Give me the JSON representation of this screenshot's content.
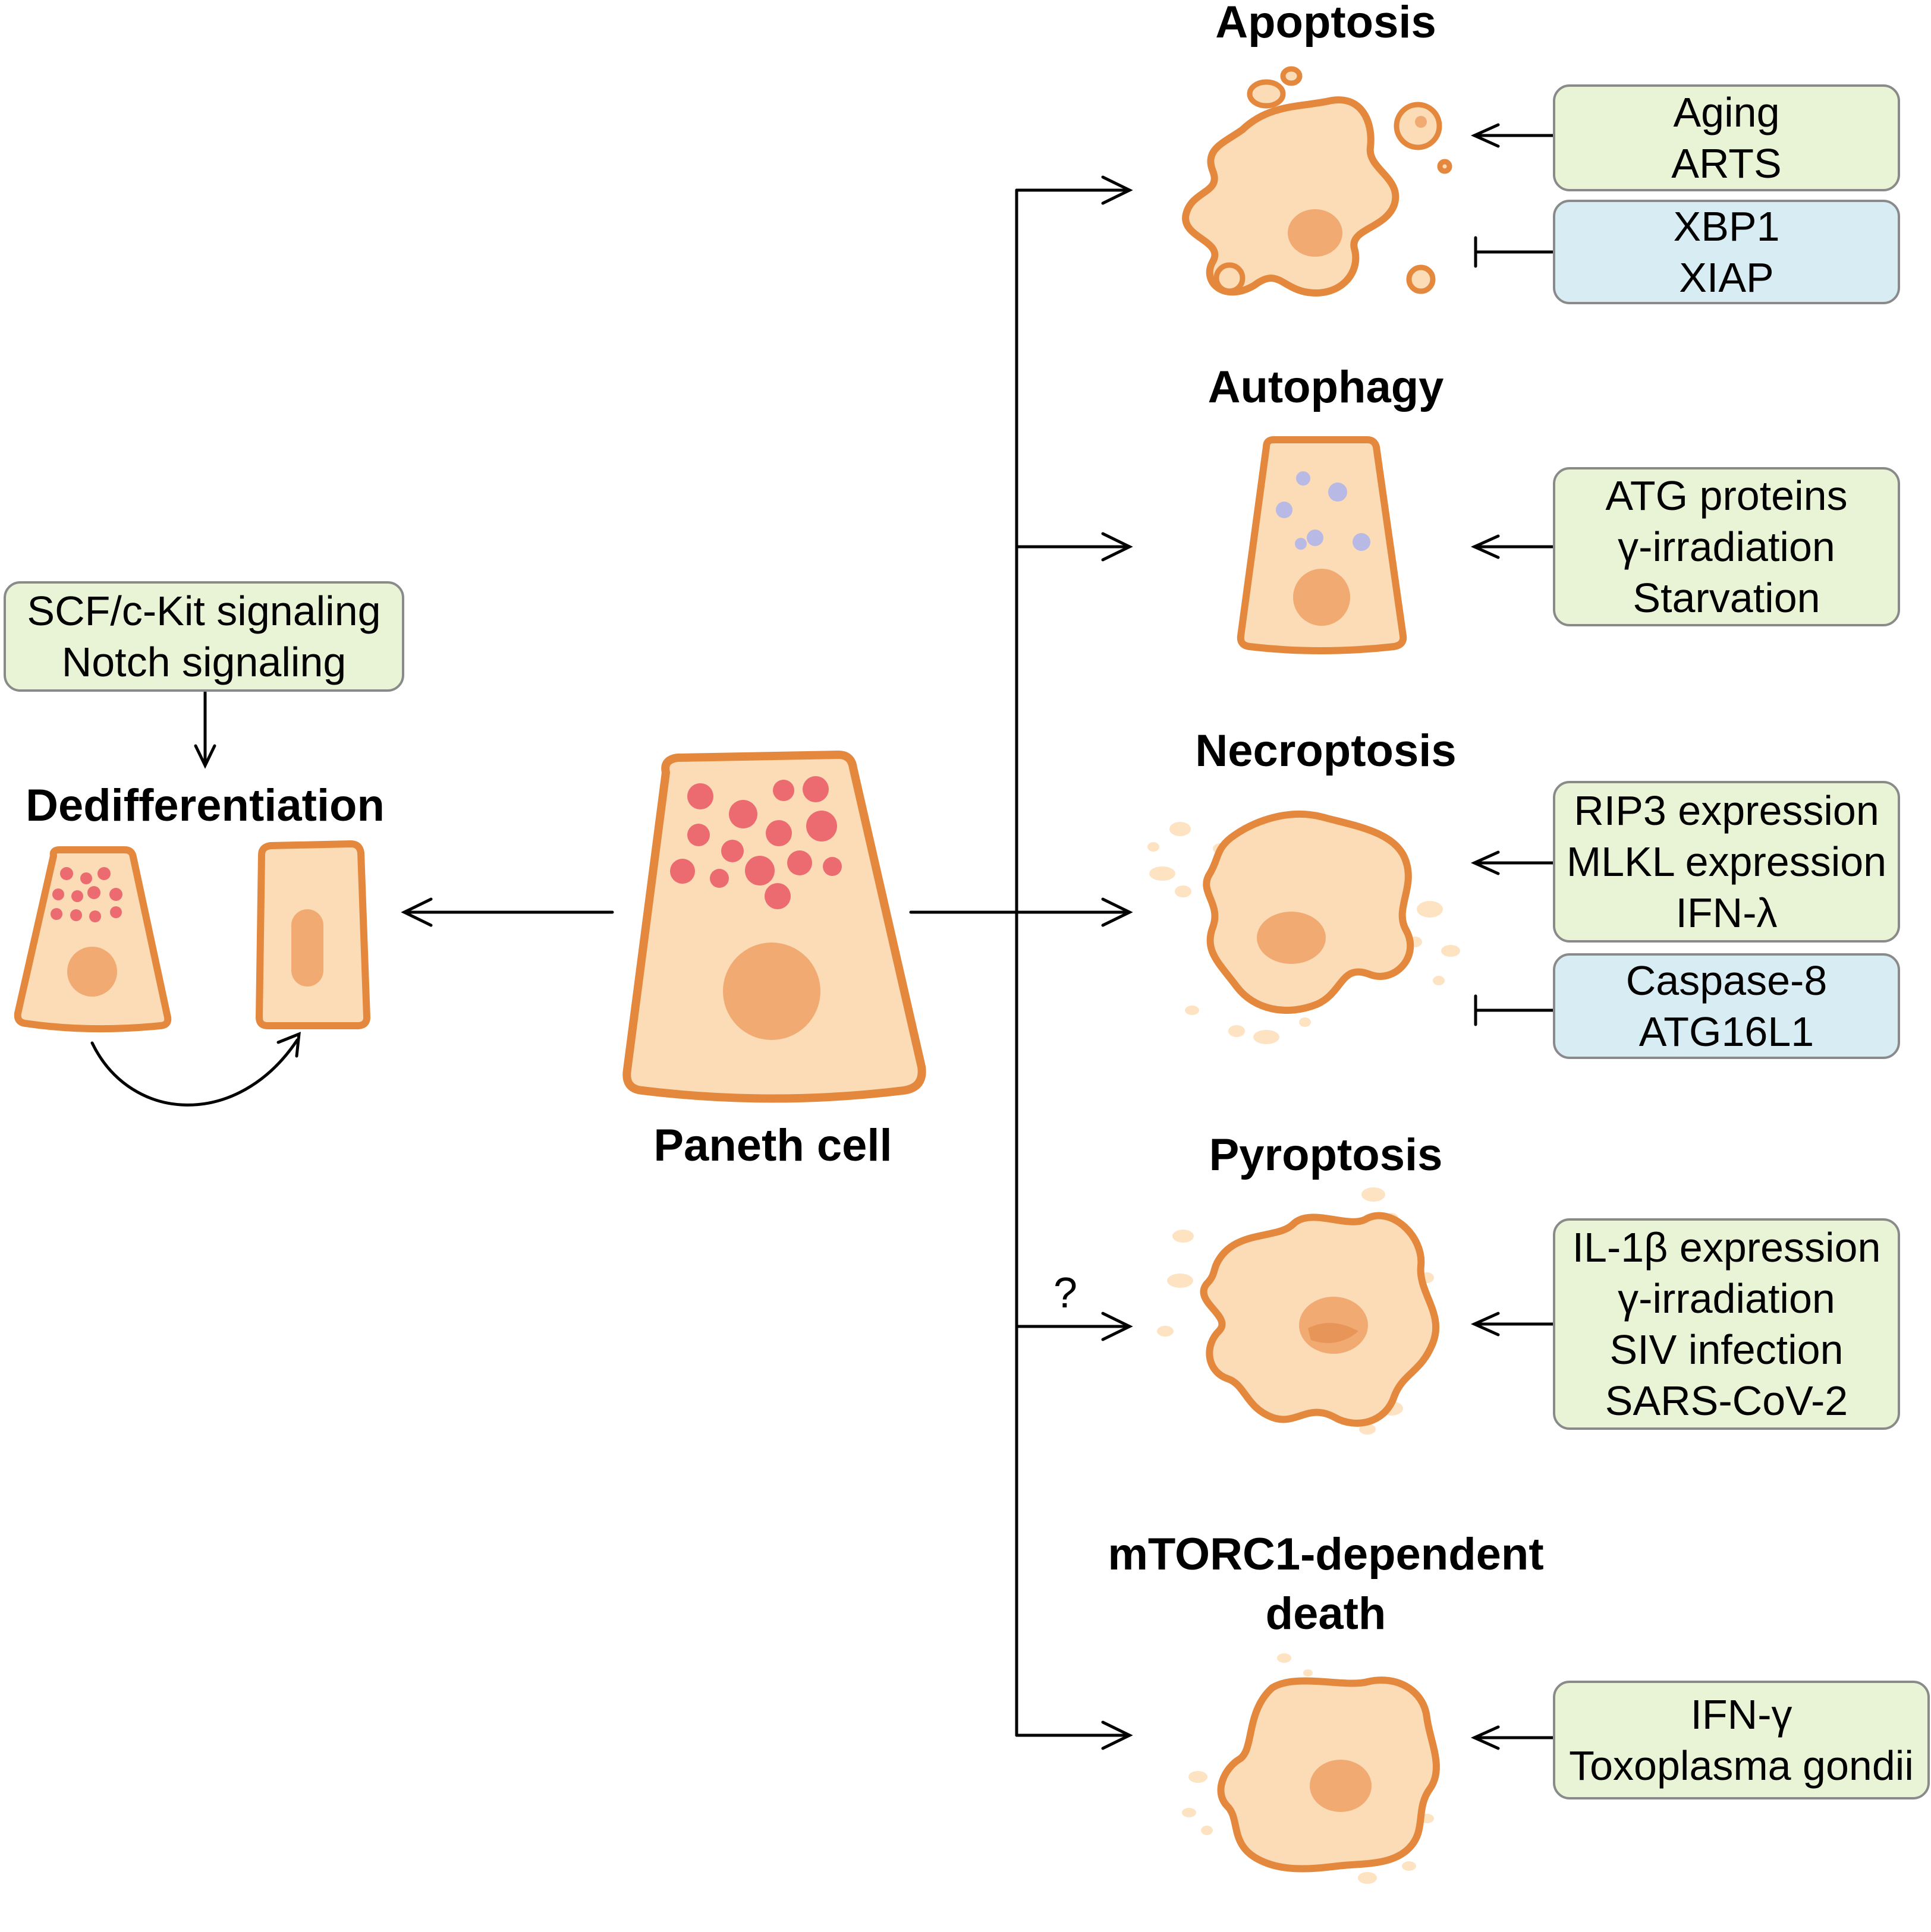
{
  "colors": {
    "cell_fill": "#fcdcb6",
    "cell_stroke": "#e4883e",
    "nucleus": "#f1ab72",
    "granule": "#ec6b70",
    "vacuole": "#b9b9e6",
    "promoter_box": "#e8f4d5",
    "inhibitor_box": "#d8ecf4",
    "box_border": "#8a8a8a"
  },
  "paneth_cell": {
    "label": "Paneth cell"
  },
  "dedifferentiation": {
    "title": "Dedifferentiation",
    "inducers": [
      "SCF/c-Kit signaling",
      "Notch signaling"
    ]
  },
  "pathways": [
    {
      "id": "apoptosis",
      "title_lines": [
        "Apoptosis"
      ],
      "promoters": [
        "Aging",
        "ARTS"
      ],
      "inhibitors": [
        "XBP1",
        "XIAP"
      ],
      "uncertain": false
    },
    {
      "id": "autophagy",
      "title_lines": [
        "Autophagy"
      ],
      "promoters": [
        "ATG proteins",
        "γ-irradiation",
        "Starvation"
      ],
      "inhibitors": [],
      "uncertain": false
    },
    {
      "id": "necroptosis",
      "title_lines": [
        "Necroptosis"
      ],
      "promoters": [
        "RIP3 expression",
        "MLKL expression",
        "IFN-λ"
      ],
      "inhibitors": [
        "Caspase-8",
        "ATG16L1"
      ],
      "uncertain": false
    },
    {
      "id": "pyroptosis",
      "title_lines": [
        "Pyroptosis"
      ],
      "promoters": [
        "IL-1β expression",
        "γ-irradiation",
        "SIV infection",
        "SARS-CoV-2"
      ],
      "inhibitors": [],
      "uncertain": true,
      "uncertain_mark": "?"
    },
    {
      "id": "mtorc1",
      "title_lines": [
        "mTORC1-dependent",
        "death"
      ],
      "promoters": [
        "IFN-γ",
        "Toxoplasma gondii"
      ],
      "inhibitors": [],
      "uncertain": false
    }
  ]
}
